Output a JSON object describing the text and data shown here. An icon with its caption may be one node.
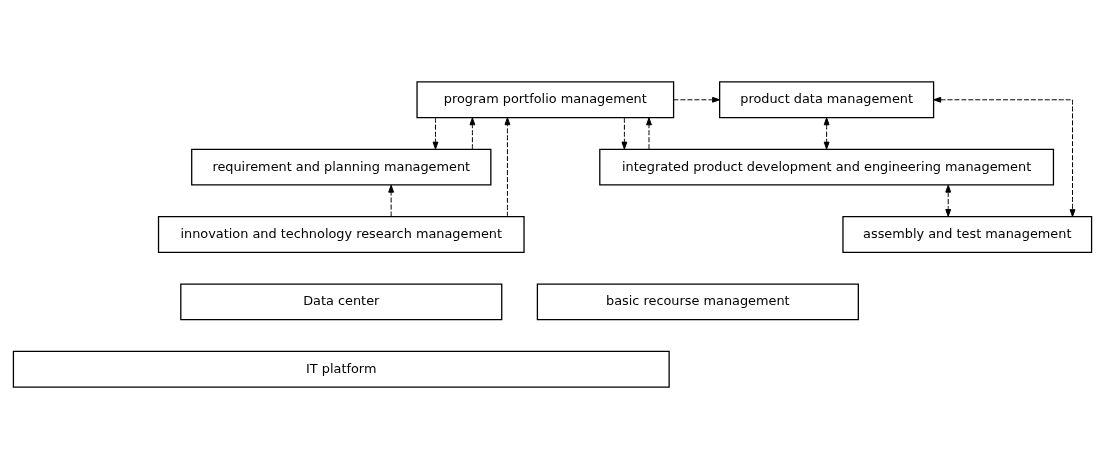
{
  "diagram": {
    "nodes": [
      {
        "text": [
          "program portfolio management"
        ]
      },
      {
        "text": [
          "product data management"
        ]
      },
      {
        "text": [
          "requirement and planning management"
        ]
      },
      {
        "text": [
          "integrated product development and engineering management"
        ]
      },
      {
        "text": [
          "innovation and technology research management"
        ]
      },
      {
        "text": [
          "assembly and test management"
        ]
      },
      {
        "text": [
          "Data center"
        ]
      },
      {
        "text": [
          "basic recourse management"
        ]
      },
      {
        "text": [
          "IT platform"
        ]
      }
    ],
    "edges": [
      {
        "from": 0,
        "to": 1,
        "arrow": "to",
        "style": "dashed"
      },
      {
        "from": 0,
        "to": 3,
        "arrow": "to",
        "style": "dashed"
      },
      {
        "from": 3,
        "to": 0,
        "arrow": "to",
        "style": "dashed"
      },
      {
        "from": 2,
        "to": 0,
        "arrow": "to",
        "style": "dashed"
      },
      {
        "from": 0,
        "to": 2,
        "arrow": "to",
        "style": "dashed"
      },
      {
        "from": 4,
        "to": 2,
        "arrow": "to",
        "style": "dashed"
      },
      {
        "from": 4,
        "to": 0,
        "arrow": "to",
        "style": "dashed"
      },
      {
        "from": 1,
        "to": 3,
        "arrow": "both",
        "style": "dashed"
      },
      {
        "from": 3,
        "to": 5,
        "arrow": "both",
        "style": "dashed"
      },
      {
        "from": 1,
        "to": 5,
        "arrow": "both",
        "style": "dashed"
      }
    ]
  }
}
